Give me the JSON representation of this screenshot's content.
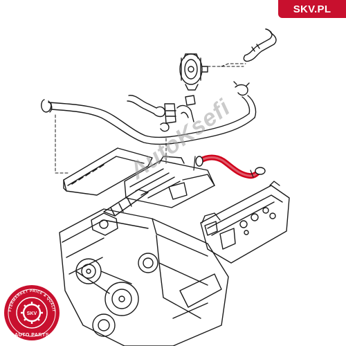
{
  "brand": {
    "label": "SKV.PL",
    "color": "#c8102e"
  },
  "watermark": {
    "text": "AutoKsefi"
  },
  "seal": {
    "ring_text": "AFTERMARKET PRICE & QUALITY",
    "center_text": "SKV",
    "bottom_text": "AUTO PARTS",
    "color": "#c8102e"
  },
  "diagram": {
    "line_color": "#1a1a1a",
    "highlight_color": "#d0021b",
    "highlighted_part": "crankcase-breather-hose"
  }
}
